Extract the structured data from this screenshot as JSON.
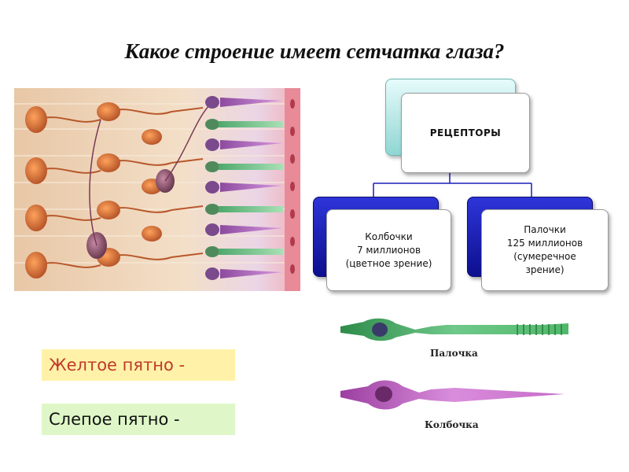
{
  "slide": {
    "title": "Какое строение имеет сетчатка глаза?"
  },
  "hierarchy": {
    "root": {
      "label": "РЕЦЕПТОРЫ"
    },
    "children": [
      {
        "lines": [
          "Колбочки",
          "7 миллионов",
          "(цветное зрение)"
        ]
      },
      {
        "lines": [
          "Палочки",
          "125 миллионов",
          "(сумеречное",
          "зрение)"
        ]
      }
    ]
  },
  "cell_captions": {
    "rod": "Палочка",
    "cone": "Колбочка"
  },
  "spot_labels": {
    "yellow_spot": "Желтое пятно -",
    "blind_spot": "Слепое пятно -"
  },
  "colors": {
    "receptor_box": "#8fd6d3",
    "child_box": "#1a1fb5",
    "rod_cell": "#4fb86a",
    "cone_cell": "#c66bc8",
    "yellow_label_bg": "#fff2a8",
    "blind_label_bg": "#dff7c8"
  }
}
